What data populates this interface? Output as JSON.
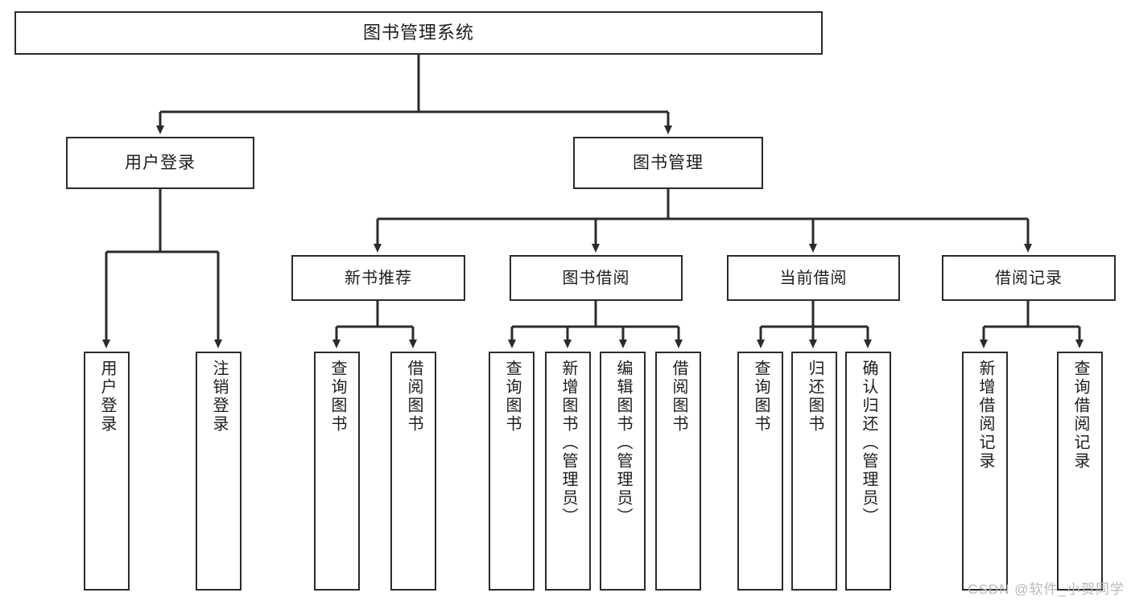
{
  "diagram": {
    "type": "tree",
    "title": "图书管理系统",
    "colors": {
      "box_border": "#2b2b2b",
      "box_fill": "#ffffff",
      "line": "#2b2b2b",
      "text": "#1d1d1d",
      "watermark": "#b9b9b9"
    },
    "root": {
      "label": "图书管理系统"
    },
    "level2": [
      {
        "label": "用户登录"
      },
      {
        "label": "图书管理"
      }
    ],
    "level3": [
      {
        "label": "新书推荐"
      },
      {
        "label": "图书借阅"
      },
      {
        "label": "当前借阅"
      },
      {
        "label": "借阅记录"
      }
    ],
    "leaves": {
      "user_login": [
        {
          "label": "用户登录"
        },
        {
          "label": "注销登录"
        }
      ],
      "new_book": [
        {
          "label": "查询图书"
        },
        {
          "label": "借阅图书"
        }
      ],
      "borrow": [
        {
          "label": "查询图书"
        },
        {
          "label": "新增图书（管理员）"
        },
        {
          "label": "编辑图书（管理员）"
        },
        {
          "label": "借阅图书"
        }
      ],
      "current": [
        {
          "label": "查询图书"
        },
        {
          "label": "归还图书"
        },
        {
          "label": "确认归还（管理员）"
        }
      ],
      "records": [
        {
          "label": "新增借阅记录"
        },
        {
          "label": "查询借阅记录"
        }
      ]
    }
  },
  "watermark": {
    "text": "CSDN @软件_小贺同学"
  }
}
